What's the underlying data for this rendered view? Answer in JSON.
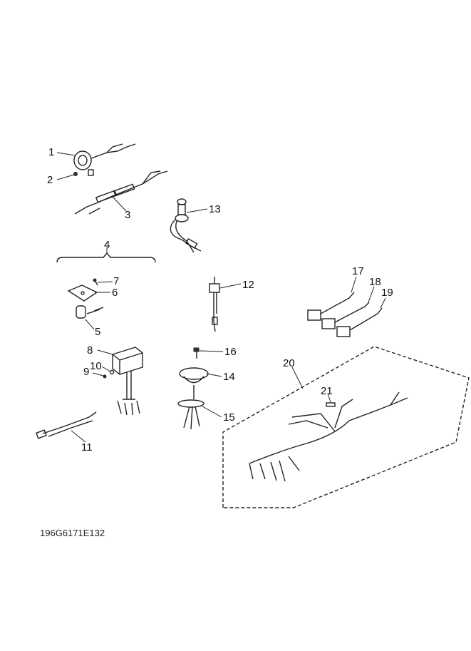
{
  "diagram_code": "196G6171E132",
  "callouts": [
    "1",
    "2",
    "3",
    "4",
    "5",
    "6",
    "7",
    "8",
    "9",
    "10",
    "11",
    "12",
    "13",
    "14",
    "15",
    "16",
    "17",
    "18",
    "19",
    "20",
    "21"
  ]
}
